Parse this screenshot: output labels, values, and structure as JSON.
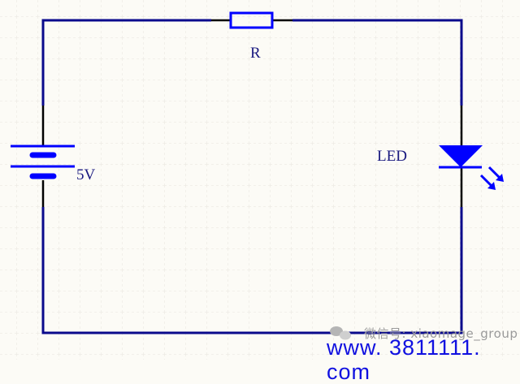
{
  "diagram": {
    "title": "LED circuit schematic",
    "components": {
      "resistor": {
        "label": "R"
      },
      "battery": {
        "label": "5V"
      },
      "led": {
        "label": "LED"
      }
    },
    "colors": {
      "wire": "#0a0a8c",
      "component": "#0000ff",
      "lead": "#000000",
      "grid": "#e6e4dc",
      "background": "#fcfbf6"
    }
  },
  "watermark": {
    "wechat": "微信号: xiaomage_group",
    "website": "www. 3811111. com",
    "icon": "wechat-icon"
  }
}
